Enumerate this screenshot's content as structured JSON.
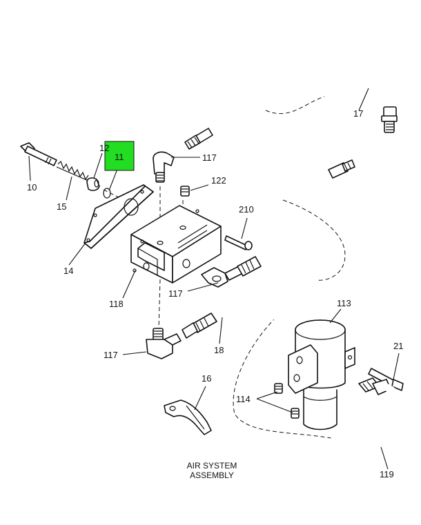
{
  "highlight_color": "#22dd22",
  "callouts": {
    "c10": "10",
    "c11": "11",
    "c12": "12",
    "c14": "14",
    "c15": "15",
    "c16": "16",
    "c17": "17",
    "c18": "18",
    "c21": "21",
    "c113": "113",
    "c114": "114",
    "c117a": "117",
    "c117b": "117",
    "c117c": "117",
    "c118": "118",
    "c119": "119",
    "c122": "122",
    "c210": "210"
  },
  "caption": {
    "line1": "AIR SYSTEM",
    "line2": "ASSEMBLY"
  }
}
